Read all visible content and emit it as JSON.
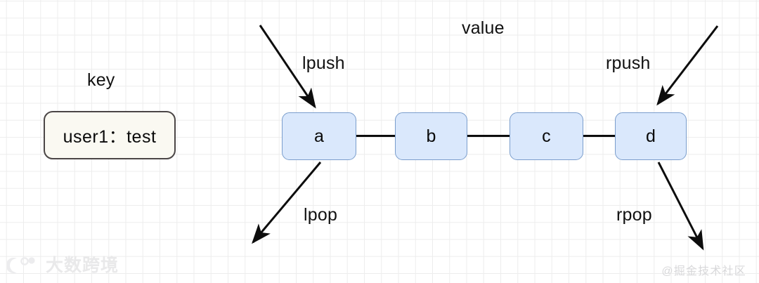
{
  "diagram": {
    "title_labels": {
      "key": "key",
      "value": "value"
    },
    "key_entry": {
      "label": "user1：test"
    },
    "list_nodes": [
      {
        "label": "a"
      },
      {
        "label": "b"
      },
      {
        "label": "c"
      },
      {
        "label": "d"
      }
    ],
    "operations": [
      {
        "name": "lpush",
        "label": "lpush",
        "direction": "in-left"
      },
      {
        "name": "rpush",
        "label": "rpush",
        "direction": "in-right"
      },
      {
        "name": "lpop",
        "label": "lpop",
        "direction": "out-left"
      },
      {
        "name": "rpop",
        "label": "rpop",
        "direction": "out-right"
      }
    ],
    "colors": {
      "node_fill": "#dae8fc",
      "node_border": "#7a9dcc",
      "key_fill": "#faf9f2",
      "key_border": "#4b4646",
      "connector": "#0d0d0d",
      "arrow": "#0d0d0d",
      "grid_minor": "#ededed",
      "grid_major": "#dedede",
      "text": "#111111"
    }
  },
  "watermarks": {
    "brand_text": "大数跨境",
    "community_text": "@掘金技术社区"
  }
}
